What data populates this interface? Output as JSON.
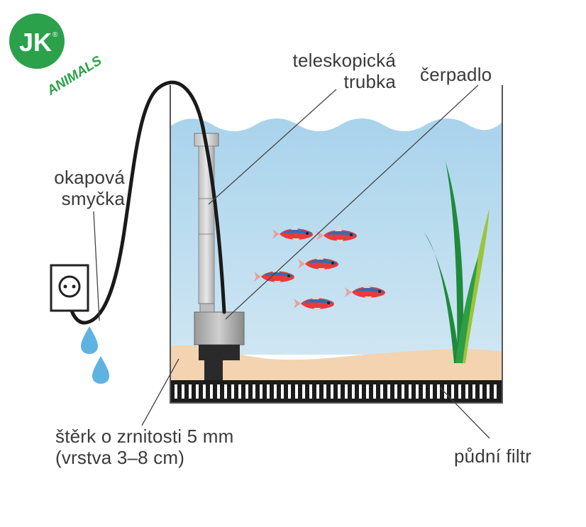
{
  "logo": {
    "mark": "JK",
    "registered": "®",
    "word": "ANIMALS",
    "color": "#2aa14a"
  },
  "labels": {
    "tube_line1": "teleskopická",
    "tube_line2": "trubka",
    "pump": "čerpadlo",
    "drip_line1": "okapová",
    "drip_line2": "smyčka",
    "gravel_line1": "štěrk o zrnitosti 5 mm",
    "gravel_line2": "(vrstva 3–8 cm)",
    "filter": "půdní filtr"
  },
  "colors": {
    "water": "#bcdcef",
    "sand": "#f3d3b0",
    "grid": "#1c1c1c",
    "text": "#3a3a3a",
    "cable": "#1a1a1a",
    "drop": "#5fb3e3",
    "fish_red": "#e83b3b",
    "fish_blue": "#2a6fb8",
    "plant_dark": "#1f8a3c",
    "plant_light": "#9cc43a"
  }
}
